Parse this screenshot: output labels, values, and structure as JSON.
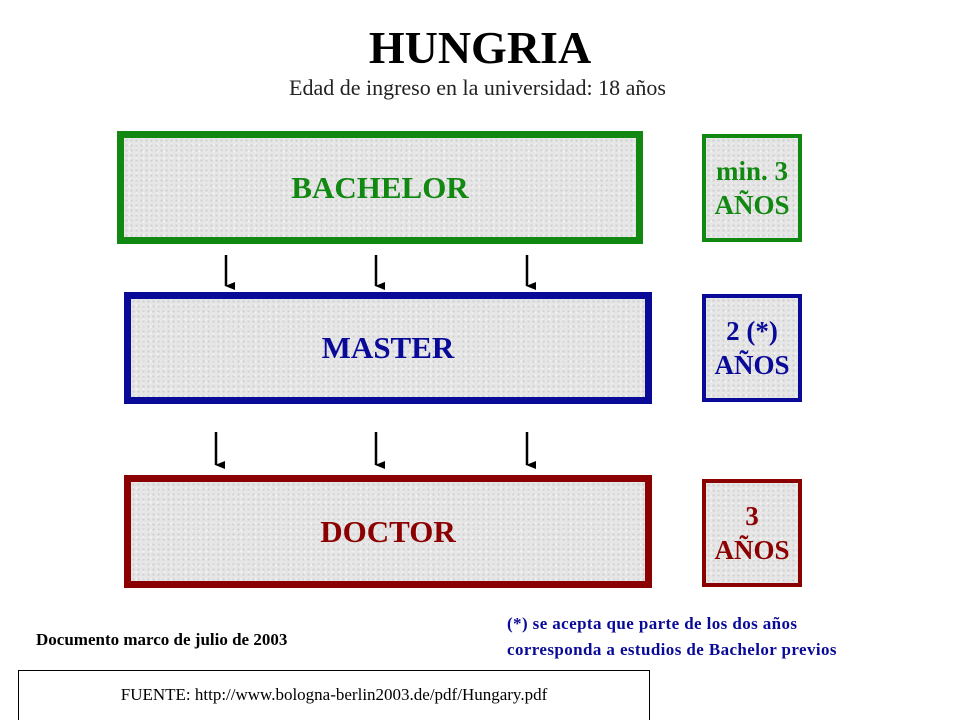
{
  "header": {
    "title": "HUNGRIA",
    "subtitle": "Edad de ingreso en la universidad: 18 años"
  },
  "stages": {
    "bachelor": {
      "label": "BACHELOR",
      "duration_line1": "min. 3",
      "duration_line2": "AÑOS",
      "color": "#118811"
    },
    "master": {
      "label": "MASTER",
      "duration_line1": "2 (*)",
      "duration_line2": "AÑOS",
      "color": "#0a0a99"
    },
    "doctor": {
      "label": "DOCTOR",
      "duration_line1": "3",
      "duration_line2": "AÑOS",
      "color": "#8b0000"
    }
  },
  "notes": {
    "document": "Documento marco de julio de 2003",
    "footnote_line1": "(*) se acepta que parte de los dos años",
    "footnote_line2": "corresponda a estudios de Bachelor previos",
    "source": "FUENTE: http://www.bologna-berlin2003.de/pdf/Hungary.pdf"
  }
}
